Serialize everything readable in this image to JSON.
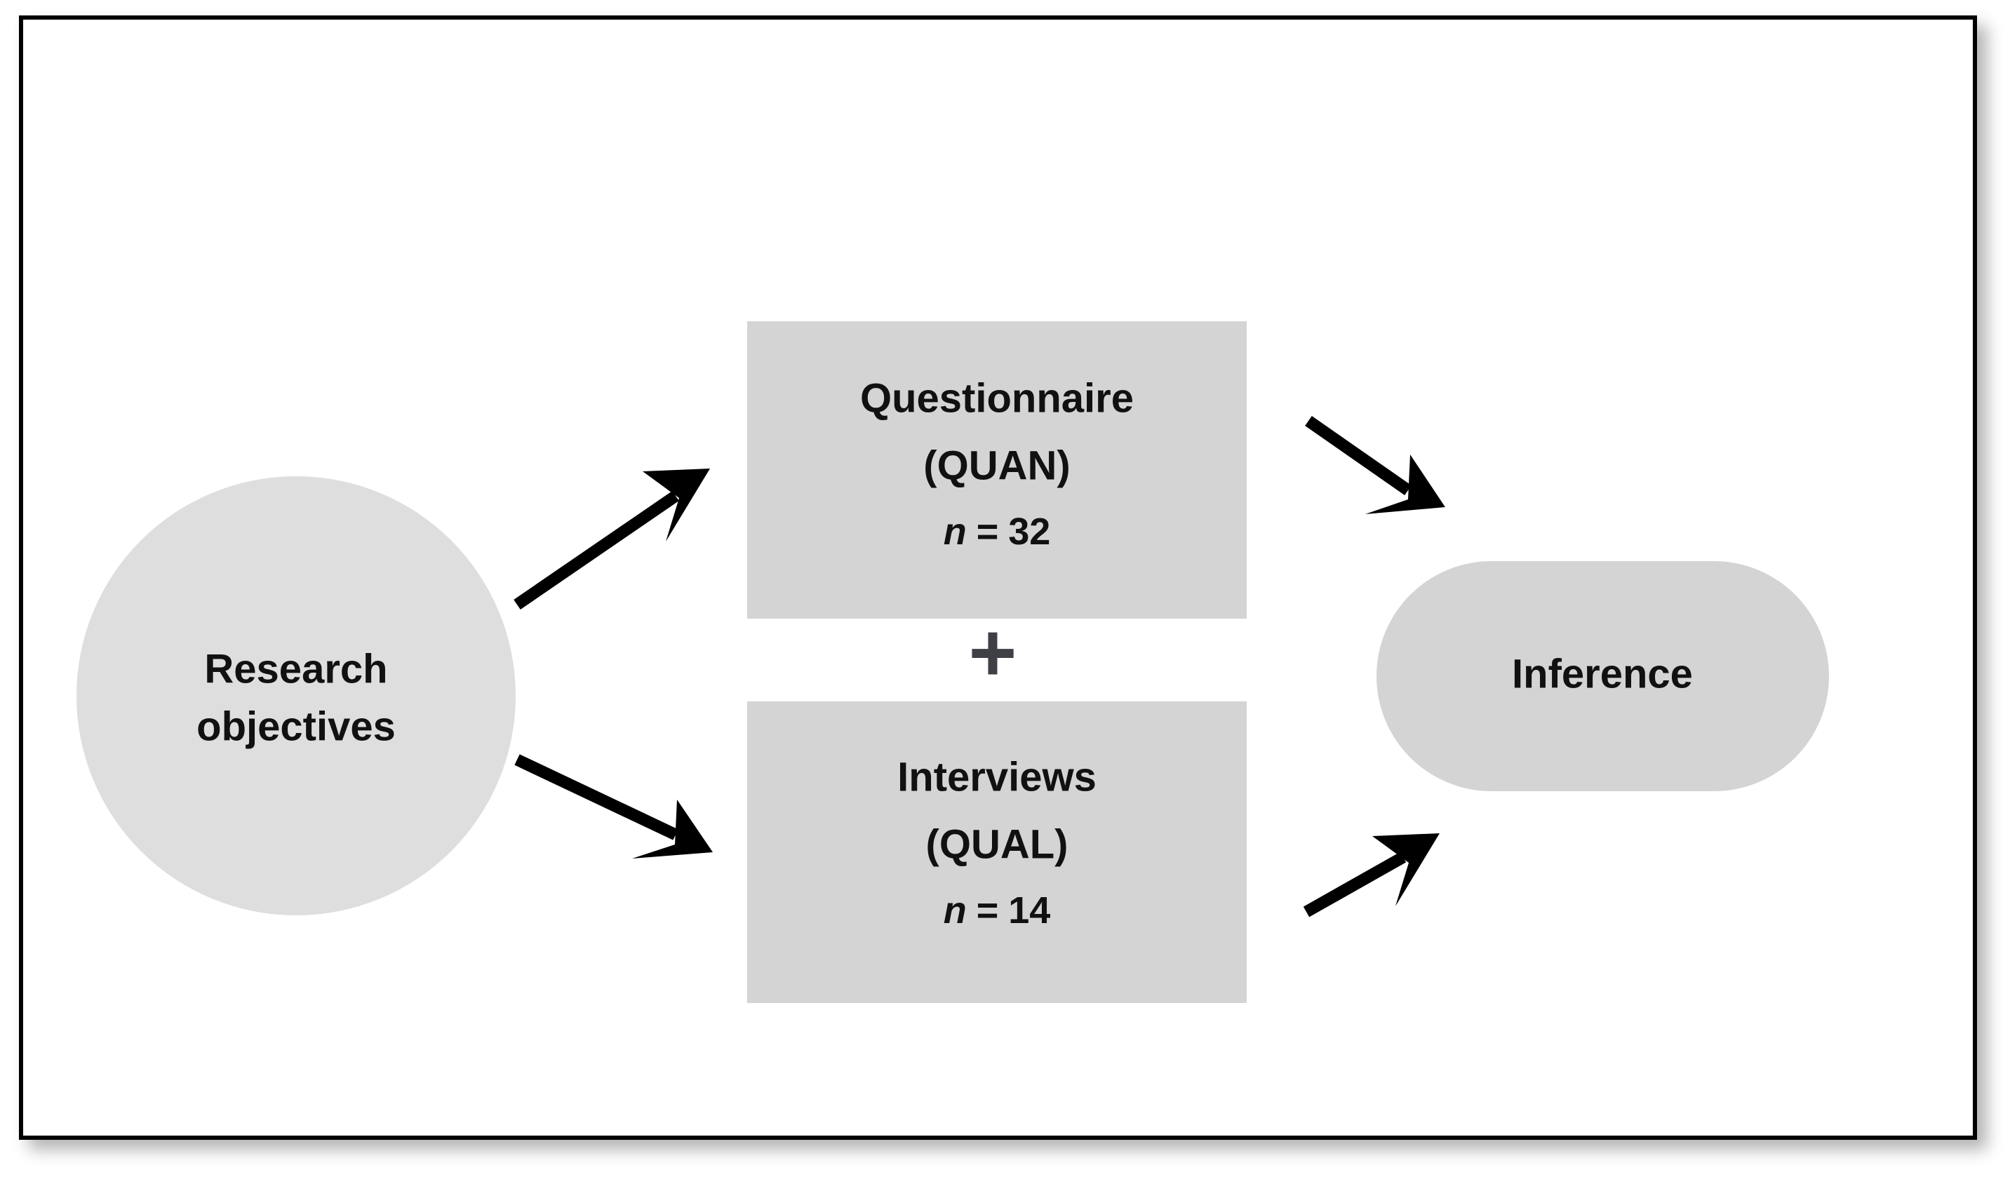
{
  "figure": {
    "type": "flowchart",
    "description": "Convergent parallel mixed-methods research design diagram",
    "background_color": "#ffffff",
    "frame_border_color": "#000000",
    "node_fill_color": "#d4d4d4",
    "arrow_color": "#000000",
    "plus_color": "#3f4045",
    "text_color": "#111111"
  },
  "nodes": {
    "research_objectives": {
      "shape": "circle",
      "line1": "Research",
      "line2": "objectives"
    },
    "questionnaire": {
      "shape": "rectangle",
      "line1": "Questionnaire",
      "line2": "(QUAN)",
      "sample_symbol": "n",
      "sample_equals": "=",
      "sample_value": "32"
    },
    "interviews": {
      "shape": "rectangle",
      "line1": "Interviews",
      "line2": "(QUAL)",
      "sample_symbol": "n",
      "sample_equals": "=",
      "sample_value": "14"
    },
    "inference": {
      "shape": "rounded-rectangle",
      "label": "Inference"
    }
  },
  "operators": {
    "combine": "+"
  },
  "connectors": [
    {
      "id": "objectives-to-questionnaire",
      "from": "research_objectives",
      "to": "questionnaire",
      "direction": "up-right"
    },
    {
      "id": "objectives-to-interviews",
      "from": "research_objectives",
      "to": "interviews",
      "direction": "down-right"
    },
    {
      "id": "questionnaire-to-inference",
      "from": "questionnaire",
      "to": "inference",
      "direction": "down-right"
    },
    {
      "id": "interviews-to-inference",
      "from": "interviews",
      "to": "inference",
      "direction": "up-right"
    }
  ]
}
